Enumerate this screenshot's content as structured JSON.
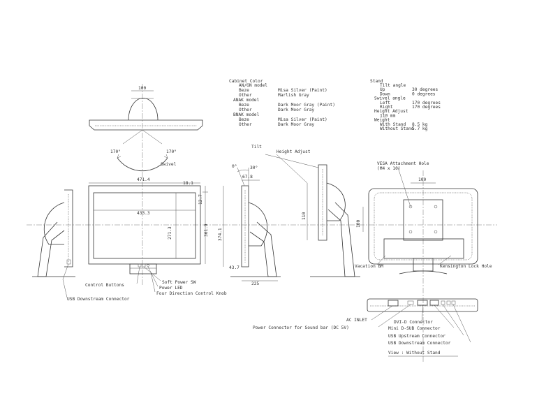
{
  "cabinet_color": {
    "heading": "Cabinet Color",
    "rows": [
      [
        "AN/GN model",
        ""
      ],
      [
        "Beze",
        "Misa Silver (Paint)"
      ],
      [
        "Other",
        "Marlish Gray"
      ],
      [
        "ANAK model",
        ""
      ],
      [
        "Beze",
        "Dark Moor Gray (Paint)"
      ],
      [
        "Other",
        "Dark Moor Gray"
      ],
      [
        "BNAK model",
        ""
      ],
      [
        "Beze",
        "Misa Silver (Paint)"
      ],
      [
        "Other",
        "Dark Moor Gray"
      ]
    ]
  },
  "stand": {
    "heading": "Stand",
    "rows": [
      [
        "Tilt angle",
        ""
      ],
      [
        "Up",
        "30 degrees"
      ],
      [
        "Down",
        "0 degrees"
      ],
      [
        "Swivel angle",
        ""
      ],
      [
        "Left",
        "170 degrees"
      ],
      [
        "Right",
        "170 degrees"
      ],
      [
        "Height Adjust",
        ""
      ],
      [
        "110 mm",
        ""
      ],
      [
        "Weight",
        ""
      ],
      [
        "With Stand",
        "8.5 kg"
      ],
      [
        "Without Stand",
        "5.7 kg"
      ]
    ]
  },
  "dims": {
    "top_width": "100",
    "swivel_left": "170°",
    "swivel_right": "170°",
    "swivel_label": "Swivel",
    "overall_width": "471.4",
    "bezel_right": "18.1",
    "screen_width": "433.3",
    "screen_height": "271.3",
    "overall_height": "361.9",
    "side_overall": "374.1",
    "tilt_a": "0°",
    "tilt_b": "30°",
    "depth_top": "67.8",
    "bezel_side": "12.7",
    "bezel_left": "43.7",
    "base_depth": "225",
    "height_adj": "110",
    "rear_vesa": "100",
    "rear_vesa_v": "100"
  },
  "labels": {
    "tilt": "Tilt",
    "height_adjust": "Height Adjust",
    "vesa": "VESA Attachment Hole",
    "vesa_sub": "(M4 x 10)",
    "vacation_bm": "Vacation BM",
    "kensington": "Kensington Lock Hole",
    "control_buttons": "Control Buttons",
    "soft_power": "Soft Power SW",
    "power_led": "Power LED",
    "four_direction": "Four Direction Control Knob",
    "usb_down_left": "USB Downstream Connector",
    "ac_in": "AC INLET",
    "dvi": "DVI-D Connector",
    "mini_dsub": "Mini D-SUB Connector",
    "power_sound": "Power Connector for Sound bar (DC 5V)",
    "usb_up": "USB Upstream Connector",
    "usb_down": "USB Downstream Connector",
    "view": "View : Without Stand"
  }
}
